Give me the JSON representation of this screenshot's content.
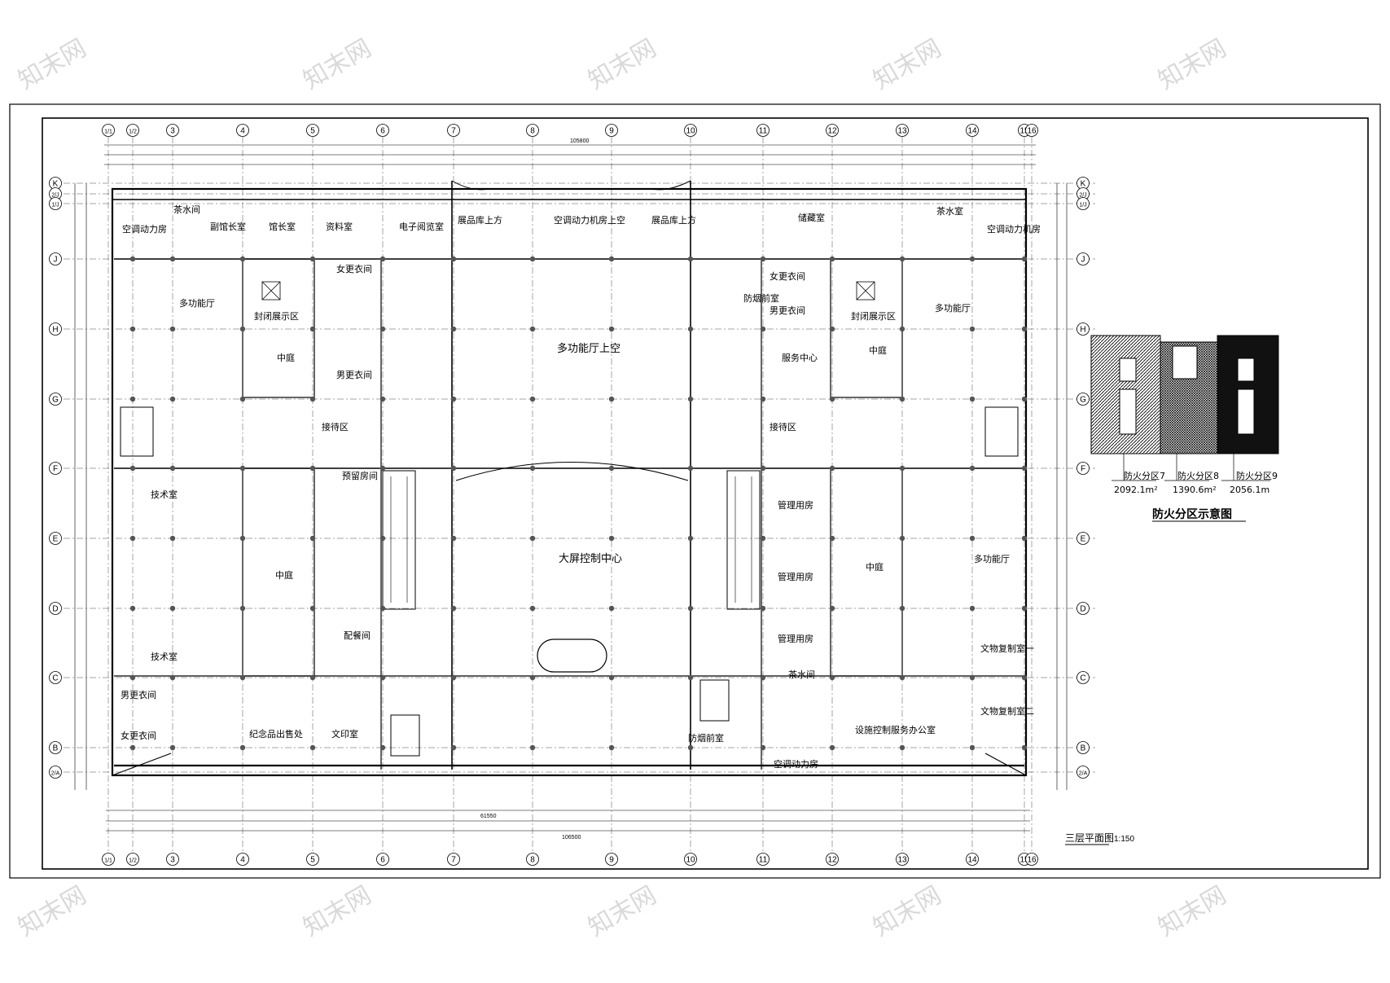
{
  "drawing": {
    "caption": "三层平面图",
    "scale": "1:150",
    "overall_top": "105800",
    "overall_bottom": "106500",
    "bottom_sub": "61550"
  },
  "columns": [
    "1/1",
    "1/2",
    "3",
    "4",
    "5",
    "6",
    "7",
    "8",
    "9",
    "10",
    "11",
    "12",
    "13",
    "14",
    "15",
    "16"
  ],
  "rows": [
    "K",
    "2/J",
    "1/J",
    "J",
    "H",
    "G",
    "F",
    "E",
    "D",
    "C",
    "B",
    "2/A"
  ],
  "rooms": {
    "tea_left": "茶水间",
    "deputy_director": "副馆长室",
    "director": "馆长室",
    "archive": "资料室",
    "electronic_reading": "电子阅览室",
    "ac_left": "空调动力房",
    "multi_nw": "多功能厅",
    "closed_exhibit_w": "封闭展示区",
    "atrium_nw": "中庭",
    "female_changing_w": "女更衣间",
    "male_changing_w": "男更衣间",
    "warehouse_l": "展品库上方",
    "ac_machine_void": "空调动力机房上空",
    "warehouse_r": "展品库上方",
    "storage": "储藏室",
    "tea_right": "茶水室",
    "ac_right": "空调动力机房",
    "multi_void": "多功能厅上空",
    "smoke_lobby": "防烟前室",
    "female_changing_e": "女更衣间",
    "male_changing_e": "男更衣间",
    "service_center": "服务中心",
    "closed_exhibit_e": "封闭展示区",
    "atrium_ne": "中庭",
    "multi_ne": "多功能厅",
    "reception_w": "接待区",
    "reception_e": "接待区",
    "tech_room_1": "技术室",
    "reserved_room": "预留房间",
    "atrium_w": "中庭",
    "screen_control": "大屏控制中心",
    "mgmt_1": "管理用房",
    "mgmt_2": "管理用房",
    "mgmt_3": "管理用房",
    "atrium_e": "中庭",
    "multi_e": "多功能厅",
    "tech_room_2": "技术室",
    "male_changing_sw": "男更衣间",
    "female_changing_sw": "女更衣间",
    "distribution": "配餐间",
    "souvenir": "纪念品出售处",
    "printing": "文印室",
    "tea_e": "茶水间",
    "relic_copy_1": "文物复制室一",
    "relic_copy_2": "文物复制室二",
    "facility_office": "设施控制服务办公室",
    "ac_bottom": "空调动力房",
    "smoke_lobby_s": "防烟前室"
  },
  "legend": {
    "title": "防火分区示意图",
    "zones": [
      {
        "name": "防火分区7",
        "area": "2092.1m²"
      },
      {
        "name": "防火分区8",
        "area": "1390.6m²"
      },
      {
        "name": "防火分区9",
        "area": "2056.1m"
      }
    ]
  },
  "watermark": "知末网"
}
